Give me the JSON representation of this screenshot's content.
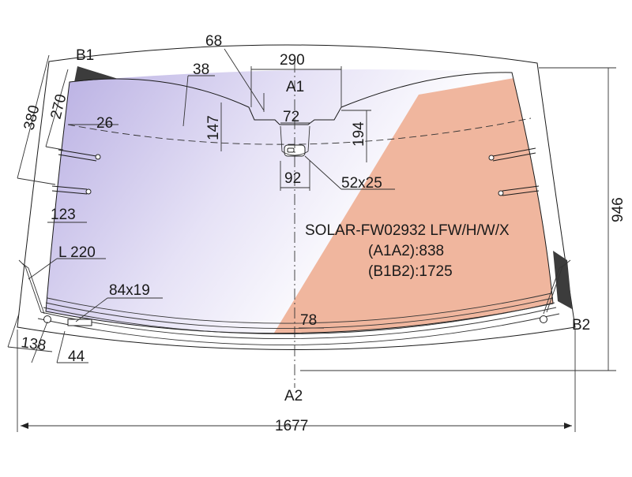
{
  "part_code": "SOLAR-FW02932 LFW/H/W/X",
  "a1a2": "(A1A2):838",
  "b1b2": "(B1B2):1725",
  "points": {
    "a1": "A1",
    "a2": "A2",
    "b1": "B1",
    "b2": "B2"
  },
  "dimensions": {
    "overall_width": "1677",
    "overall_height": "946",
    "d380": "380",
    "d270": "270",
    "d68": "68",
    "d38": "38",
    "d290": "290",
    "d26": "26",
    "d147": "147",
    "d72": "72",
    "d194": "194",
    "d92": "92",
    "sensor": "52x25",
    "d123": "123",
    "l220": "L 220",
    "label_area": "84x19",
    "d78": "78",
    "d138": "138",
    "d44": "44"
  },
  "colors": {
    "tint_violet": "#c7bfe6",
    "tint_salmon": "#f0b69e",
    "dark_corner": "#3c3c3c",
    "line": "#1a1a1a"
  }
}
